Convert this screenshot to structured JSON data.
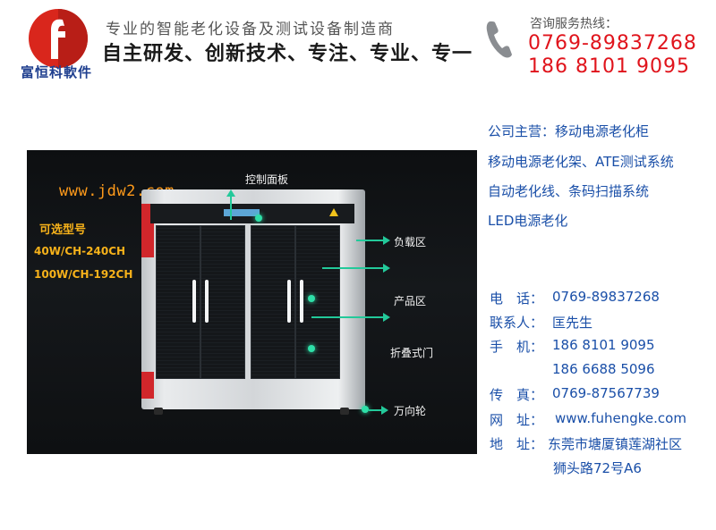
{
  "header": {
    "logo_text": "富恒科軟件",
    "slogan_line1": "专业的智能老化设备及测试设备制造商",
    "slogan_line2": "自主研发、创新技术、专注、专业、专一",
    "hotline_label": "咨询服务热线：",
    "hotline_1": "0769-89837268",
    "hotline_2": "186 8101 9095"
  },
  "product": {
    "watermark": "www.jdw2.com",
    "options_title": "可选型号",
    "options": [
      "40W/CH-240CH",
      "100W/CH-192CH"
    ],
    "callouts": {
      "control_panel": "控制面板",
      "load_zone": "负载区",
      "product_zone": "产品区",
      "folding_door": "折叠式门",
      "caster": "万向轮"
    }
  },
  "business": {
    "lines": [
      "公司主营：移动电源老化柜",
      "移动电源老化架、ATE测试系统",
      "自动老化线、条码扫描系统",
      "LED电源老化"
    ]
  },
  "contact": {
    "phone_label": "电　话：",
    "phone": "0769-89837268",
    "person_label": "联系人：",
    "person": "匡先生",
    "mobile_label": "手　机：",
    "mobile_1": "186 8101 9095",
    "mobile_2": "186 6688 5096",
    "fax_label": "传　真：",
    "fax": "0769-87567739",
    "web_label": "网　址：",
    "web": "www.fuhengke.com",
    "address_label": "地　址：",
    "address_1": "东莞市塘厦镇莲湖社区",
    "address_2": "狮头路72号A6"
  },
  "colors": {
    "brand_blue": "#1a4fa8",
    "hotline_red": "#e0141c",
    "logo_red": "#d9261c",
    "accent_green": "#23c99a",
    "options_gold": "#f7b21a",
    "watermark_orange": "#ff9a1a"
  },
  "icons": {
    "logo": "company-logo-f",
    "phone": "phone-handset-icon"
  }
}
